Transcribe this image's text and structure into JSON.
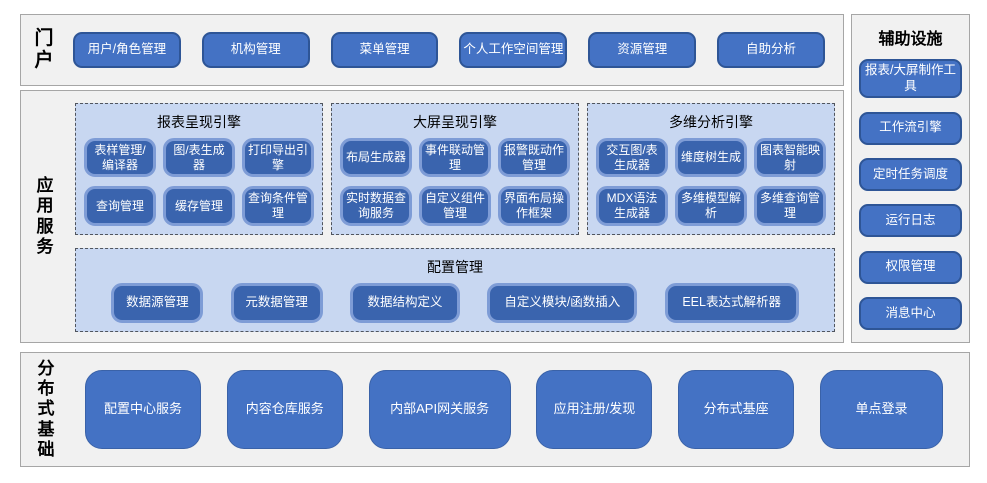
{
  "colors": {
    "node_blue": "#4472c4",
    "node_border": "#2e5596",
    "sub_node_blue": "#3a64ae",
    "sub_node_border": "#7e9cd6",
    "panel_light_blue": "#c8d7f1",
    "section_gray": "#f1f1f1",
    "section_border": "#a6a6a6"
  },
  "portal": {
    "label": "门户",
    "buttons": [
      "用户/角色管理",
      "机构管理",
      "菜单管理",
      "个人工作空间管理",
      "资源管理",
      "自助分析"
    ]
  },
  "app_services": {
    "label": "应用服务",
    "engines": [
      {
        "title": "报表呈现引擎",
        "buttons": [
          "表样管理/编译器",
          "图/表生成器",
          "打印导出引擎",
          "查询管理",
          "缓存管理",
          "查询条件管理"
        ]
      },
      {
        "title": "大屏呈现引擎",
        "buttons": [
          "布局生成器",
          "事件联动管理",
          "报警既动作管理",
          "实时数据查询服务",
          "自定义组件管理",
          "界面布局操作框架"
        ]
      },
      {
        "title": "多维分析引擎",
        "buttons": [
          "交互图/表生成器",
          "维度树生成",
          "图表智能映射",
          "MDX语法生成器",
          "多维模型解析",
          "多维查询管理"
        ]
      }
    ],
    "config": {
      "title": "配置管理",
      "buttons": [
        "数据源管理",
        "元数据管理",
        "数据结构定义",
        "自定义模块/函数插入",
        "EEL表达式解析器"
      ]
    }
  },
  "auxiliary": {
    "label": "辅助设施",
    "buttons": [
      "报表/大屏制作工具",
      "工作流引擎",
      "定时任务调度",
      "运行日志",
      "权限管理",
      "消息中心"
    ]
  },
  "distributed": {
    "label": "分布式基础",
    "buttons": [
      "配置中心服务",
      "内容仓库服务",
      "内部API网关服务",
      "应用注册/发现",
      "分布式基座",
      "单点登录"
    ]
  }
}
